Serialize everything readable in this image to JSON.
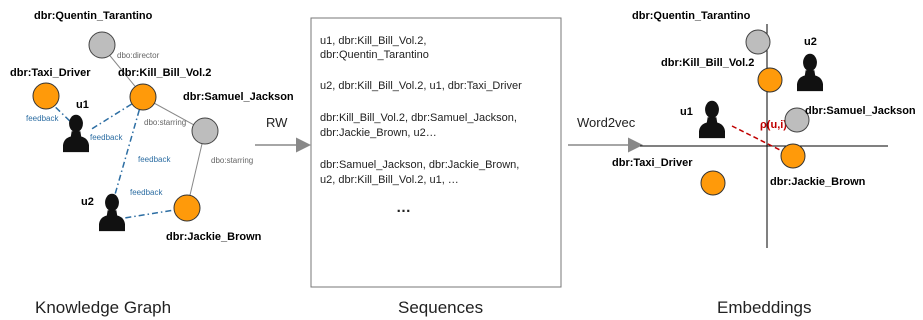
{
  "knowledge_graph": {
    "caption": "Knowledge Graph",
    "nodes": {
      "tarantino": "dbr:Quentin_Tarantino",
      "taxi_driver": "dbr:Taxi_Driver",
      "kill_bill": "dbr:Kill_Bill_Vol.2",
      "samuel_jackson": "dbr:Samuel_Jackson",
      "jackie_brown": "dbr:Jackie_Brown",
      "u1": "u1",
      "u2": "u2"
    },
    "edge_labels": {
      "director": "dbo:director",
      "starring1": "dbo:starring",
      "starring2": "dbo:starring",
      "feedback": "feedback"
    }
  },
  "arrows": {
    "rw": "RW",
    "word2vec": "Word2vec"
  },
  "sequences": {
    "caption": "Sequences",
    "lines": [
      "u1, dbr:Kill_Bill_Vol.2,",
      "dbr:Quentin_Tarantino",
      "u2,  dbr:Kill_Bill_Vol.2, u1, dbr:Taxi_Driver",
      "dbr:Kill_Bill_Vol.2, dbr:Samuel_Jackson,",
      "dbr:Jackie_Brown, u2…",
      "dbr:Samuel_Jackson, dbr:Jackie_Brown,",
      "u2,  dbr:Kill_Bill_Vol.2, u1, …"
    ],
    "ellipsis": "…"
  },
  "embeddings": {
    "caption": "Embeddings",
    "labels": {
      "tarantino": "dbr:Quentin_Tarantino",
      "kill_bill": "dbr:Kill_Bill_Vol.2",
      "u2": "u2",
      "u1": "u1",
      "samuel_jackson": "dbr:Samuel_Jackson",
      "taxi_driver": "dbr:Taxi_Driver",
      "jackie_brown": "dbr:Jackie_Brown",
      "rho": "ρ(u,i)"
    }
  },
  "colors": {
    "item": "#ff9a0a",
    "entity": "#bdbdbd",
    "feedback_edge": "#2d6ea3",
    "distance": "#c00000"
  }
}
